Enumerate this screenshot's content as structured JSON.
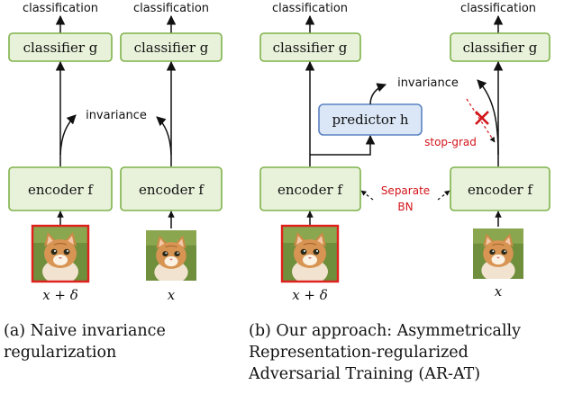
{
  "labels": {
    "classification": "classification",
    "classifier": "classifier g",
    "encoder": "encoder f",
    "predictor": "predictor h",
    "invariance": "invariance",
    "stop_grad": "stop-grad",
    "separate": "Separate",
    "bn": "BN",
    "x_delta": "x + δ",
    "x": "x"
  },
  "captions": {
    "a": "(a) Naive invariance regularization",
    "b": "(b) Our approach: Asymmetrically Representation-regularized Adversarial Training (AR-AT)"
  },
  "colors": {
    "box_fill": "#e8f2da",
    "box_stroke": "#7fb24a",
    "predictor_fill": "#dbe6f6",
    "predictor_stroke": "#5b83c2",
    "adversarial_border": "#e0201c",
    "annotation_red": "#d2141a"
  },
  "icons": {
    "cat_image": "cat-photo",
    "cross": "red-x-mark"
  }
}
